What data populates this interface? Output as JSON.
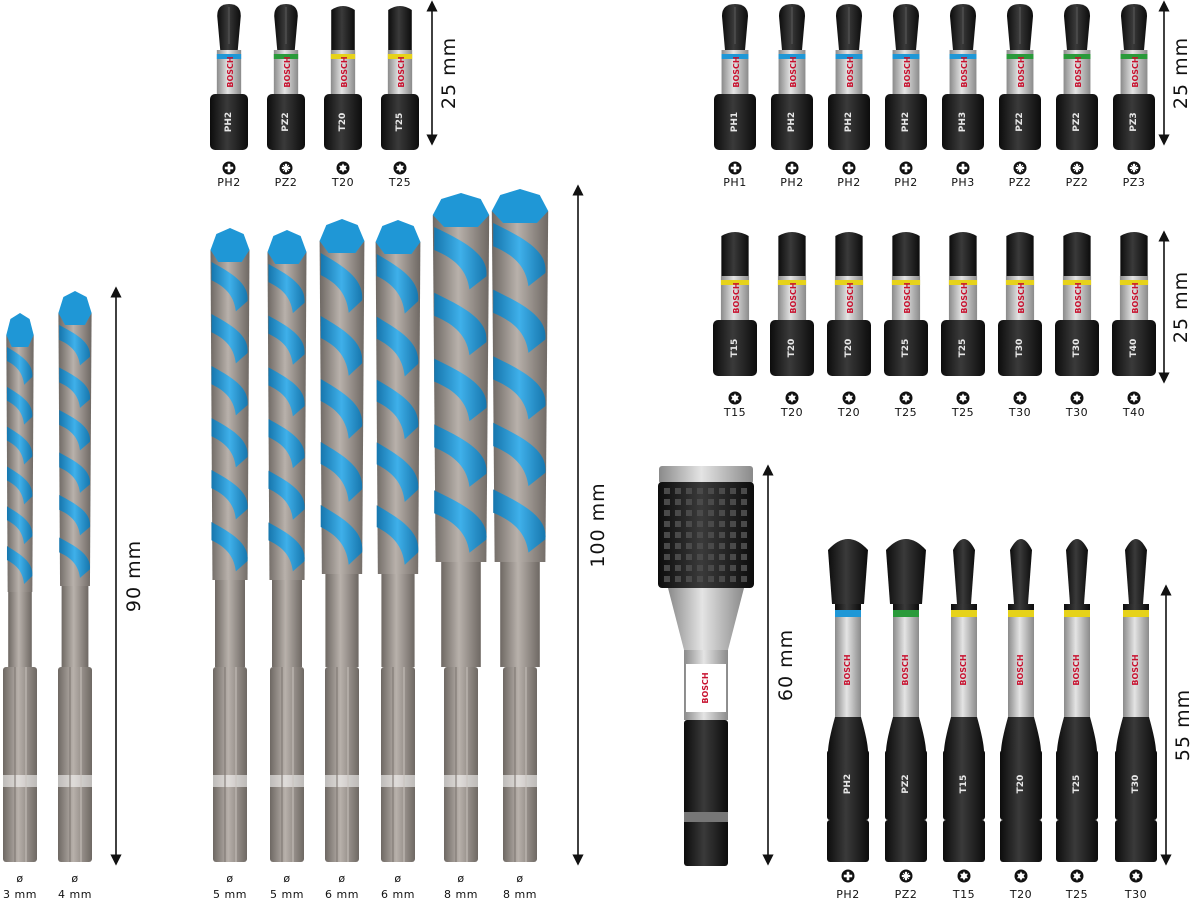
{
  "colors": {
    "blue": "#1f97d6",
    "green": "#2a9a3a",
    "yellow": "#e6d21a",
    "bit_black": "#1b1b1b",
    "bit_sleeve": "#b9b9b9",
    "drill_steel": "#9a928d",
    "brand_red": "#c8102e"
  },
  "brand": "BOSCH",
  "top_small_set": {
    "dimension": "25 mm",
    "bits": [
      {
        "label": "PH2",
        "engraving": "PH2",
        "band": "blue",
        "icon": "phillips-icon"
      },
      {
        "label": "PZ2",
        "engraving": "PZ2",
        "band": "green",
        "icon": "pozidriv-icon"
      },
      {
        "label": "T20",
        "engraving": "T20",
        "band": "yellow",
        "icon": "torx-icon"
      },
      {
        "label": "T25",
        "engraving": "T25",
        "band": "yellow",
        "icon": "torx-icon"
      }
    ]
  },
  "top_right_set": {
    "dimension": "25 mm",
    "bits": [
      {
        "label": "PH1",
        "engraving": "PH1",
        "band": "blue",
        "icon": "phillips-icon"
      },
      {
        "label": "PH2",
        "engraving": "PH2",
        "band": "blue",
        "icon": "phillips-icon"
      },
      {
        "label": "PH2",
        "engraving": "PH2",
        "band": "blue",
        "icon": "phillips-icon"
      },
      {
        "label": "PH2",
        "engraving": "PH2",
        "band": "blue",
        "icon": "phillips-icon"
      },
      {
        "label": "PH3",
        "engraving": "PH3",
        "band": "blue",
        "icon": "phillips-icon"
      },
      {
        "label": "PZ2",
        "engraving": "PZ2",
        "band": "green",
        "icon": "pozidriv-icon"
      },
      {
        "label": "PZ2",
        "engraving": "PZ2",
        "band": "green",
        "icon": "pozidriv-icon"
      },
      {
        "label": "PZ3",
        "engraving": "PZ3",
        "band": "green",
        "icon": "pozidriv-icon"
      }
    ]
  },
  "torx_set": {
    "dimension": "25 mm",
    "bits": [
      {
        "label": "T15",
        "engraving": "T15",
        "band": "yellow",
        "icon": "torx-icon"
      },
      {
        "label": "T20",
        "engraving": "T20",
        "band": "yellow",
        "icon": "torx-icon"
      },
      {
        "label": "T20",
        "engraving": "T20",
        "band": "yellow",
        "icon": "torx-icon"
      },
      {
        "label": "T25",
        "engraving": "T25",
        "band": "yellow",
        "icon": "torx-icon"
      },
      {
        "label": "T25",
        "engraving": "T25",
        "band": "yellow",
        "icon": "torx-icon"
      },
      {
        "label": "T30",
        "engraving": "T30",
        "band": "yellow",
        "icon": "torx-icon"
      },
      {
        "label": "T30",
        "engraving": "T30",
        "band": "yellow",
        "icon": "torx-icon"
      },
      {
        "label": "T40",
        "engraving": "T40",
        "band": "yellow",
        "icon": "torx-icon"
      }
    ]
  },
  "drills_small": {
    "dimension": "90 mm",
    "items": [
      {
        "symbol": "ø",
        "size": "3 mm",
        "diameter": 3
      },
      {
        "symbol": "ø",
        "size": "4 mm",
        "diameter": 4
      }
    ]
  },
  "drills_large": {
    "dimension": "100 mm",
    "items": [
      {
        "symbol": "ø",
        "size": "5 mm",
        "diameter": 5
      },
      {
        "symbol": "ø",
        "size": "5 mm",
        "diameter": 5
      },
      {
        "symbol": "ø",
        "size": "6 mm",
        "diameter": 6
      },
      {
        "symbol": "ø",
        "size": "6 mm",
        "diameter": 6
      },
      {
        "symbol": "ø",
        "size": "8 mm",
        "diameter": 8
      },
      {
        "symbol": "ø",
        "size": "8 mm",
        "diameter": 8
      }
    ]
  },
  "holder": {
    "dimension": "60 mm"
  },
  "long_bits": {
    "dimension": "55 mm",
    "bits": [
      {
        "label": "PH2",
        "engraving": "PH2",
        "band": "blue",
        "icon": "phillips-icon"
      },
      {
        "label": "PZ2",
        "engraving": "PZ2",
        "band": "green",
        "icon": "pozidriv-icon"
      },
      {
        "label": "T15",
        "engraving": "T15",
        "band": "yellow",
        "icon": "torx-icon"
      },
      {
        "label": "T20",
        "engraving": "T20",
        "band": "yellow",
        "icon": "torx-icon"
      },
      {
        "label": "T25",
        "engraving": "T25",
        "band": "yellow",
        "icon": "torx-icon"
      },
      {
        "label": "T30",
        "engraving": "T30",
        "band": "yellow",
        "icon": "torx-icon"
      }
    ]
  }
}
